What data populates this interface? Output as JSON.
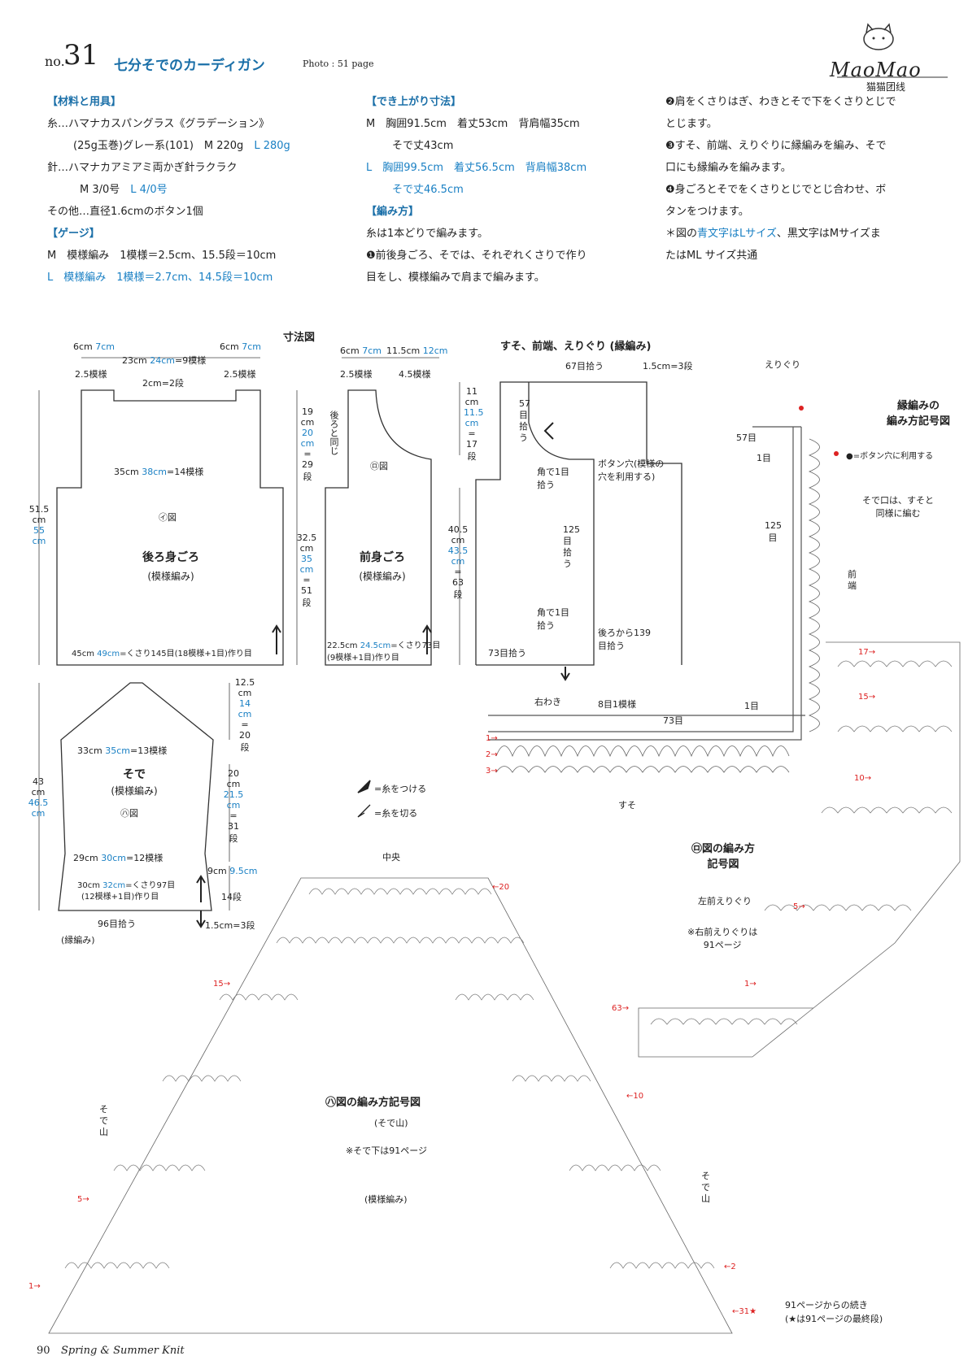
{
  "header": {
    "no": "no.",
    "number": "31",
    "title": "七分そでのカーディガン",
    "photo": "Photo : 51 page"
  },
  "logo": {
    "text": "MaoMao",
    "sub": "猫猫团线"
  },
  "materials": {
    "heading": "【材料と用具】",
    "l1": "糸…ハマナカスパングラス《グラデーション》",
    "l2": "(25g玉巻)グレー系(101)　M 220g",
    "l2b": "L 280g",
    "l3": "針…ハマナカアミアミ両かぎ針ラクラク",
    "l4": "M 3/0号",
    "l4b": "L 4/0号",
    "l5": "その他…直径1.6cmのボタン1個"
  },
  "gauge": {
    "heading": "【ゲージ】",
    "m": "M　模様編み　1模様＝2.5cm、15.5段＝10cm",
    "l": "L　模様編み　1模様＝2.7cm、14.5段＝10cm"
  },
  "finished": {
    "heading": "【でき上がり寸法】",
    "m1": "M　胸囲91.5cm　着丈53cm　背肩幅35cm",
    "m2": "そで丈43cm",
    "l1": "L　胸囲99.5cm　着丈56.5cm　背肩幅38cm",
    "l2": "そで丈46.5cm"
  },
  "method": {
    "heading": "【編み方】",
    "intro": "糸は1本どりで編みます。",
    "s1a": "前後身ごろ、そでは、それぞれくさりで作り",
    "s1b": "目をし、模様編みで肩まで編みます。",
    "s2a": "肩をくさりはぎ、わきとそで下をくさりとじで",
    "s2b": "とじます。",
    "s3a": "すそ、前端、えりぐりに縁編みを編み、そで",
    "s3b": "口にも縁編みを編みます。",
    "s4a": "身ごろとそでをくさりとじでとじ合わせ、ボ",
    "s4b": "タンをつけます。",
    "note_a": "＊図の",
    "note_b": "青文字はLサイズ",
    "note_c": "、黒文字はMサイズま",
    "note_d": "たはML サイズ共通"
  },
  "diagram": {
    "sunpo": "寸法図",
    "back_title": "後ろ身ごろ",
    "back_sub": "(模様編み)",
    "back_fig": "㋑図",
    "front_title": "前身ごろ",
    "front_sub": "(模様編み)",
    "front_fig": "㋺図",
    "sleeve_title": "そで",
    "sleeve_sub": "(模様編み)",
    "sleeve_fig": "㋩図",
    "back_same": "後ろと同じ",
    "b_6cm": "6cm",
    "b_7cm": "7cm",
    "b_23": "23cm",
    "b_24": "24cm",
    "b_eq9": "=9模様",
    "b_25": "2.5模様",
    "b_2cm": "2cm=2段",
    "b_35": "35cm",
    "b_38": "38cm",
    "b_14": "=14模様",
    "b_515": "51.5",
    "b_cm": "cm",
    "b_55": "55",
    "b_45": "45cm",
    "b_49": "49cm",
    "b_chain": "=くさり145目(18模様+1目)作り目",
    "b_19": "19",
    "b_20": "20",
    "b_29": "29",
    "b_325": "32.5",
    "b_35b": "35",
    "b_51": "51",
    "b_dan": "段",
    "f_6": "6cm",
    "f_7": "7cm",
    "f_115": "11.5cm",
    "f_12": "12cm",
    "f_25": "2.5模様",
    "f_45": "4.5模様",
    "f_225": "22.5cm",
    "f_245": "24.5cm",
    "f_chain": "=くさり73目",
    "f_chain2": "(9模様+1目)作り目",
    "s_125": "12.5",
    "s_14": "14",
    "s_20": "20",
    "s_33": "33cm",
    "s_35": "35cm",
    "s_13": "=13模様",
    "s_43": "43",
    "s_465": "46.5",
    "s_20b": "20",
    "s_215": "21.5",
    "s_31": "31",
    "s_29": "29cm",
    "s_30": "30cm",
    "s_12": "=12模様",
    "s_9": "9cm",
    "s_95": "9.5cm",
    "s_14d": "14段",
    "s_30b": "30cm",
    "s_32": "32cm",
    "s_chain97": "=くさり97目",
    "s_chain97b": "(12模様+1目)作り目",
    "s_96": "96目拾う",
    "s_15": "1.5cm=3段",
    "s_edge": "(縁編み)",
    "yarn_on": "=糸をつける",
    "yarn_cut": "=糸を切る"
  },
  "edging": {
    "title": "すそ、前端、えりぐり (縁編み)",
    "c67": "67目拾う",
    "c15": "1.5cm=3段",
    "c11": "11",
    "c115": "11.5",
    "c17": "17",
    "c57": "57目拾う",
    "corner1": "角で1目拾う",
    "btn": "ボタン穴(模様の穴を利用する)",
    "c125": "125目拾う",
    "c405": "40.5",
    "c435": "43.5",
    "c63": "63",
    "corner2": "角で1目拾う",
    "c73": "73目拾う",
    "back139": "後ろから139目拾う"
  },
  "edge_chart": {
    "title1": "縁編みの",
    "title2": "編み方記号図",
    "neckline": "えりぐり",
    "btn_note": "●=ボタン穴に利用する",
    "sleeve_note1": "そで口は、すそと",
    "sleeve_note2": "同様に編む",
    "n57": "57目",
    "n1": "1目",
    "n125": "125目",
    "front_edge": "前端",
    "rside": "右わき",
    "p8": "8目1模様",
    "n73": "73目",
    "n1b": "1目",
    "hem": "すそ"
  },
  "ro_chart": {
    "title1": "㋺図の編み方",
    "title2": "記号図",
    "left_neck": "左前えりぐり",
    "note1": "※右前えりぐりは",
    "note2": "91ページ",
    "r17": "17",
    "r15": "15",
    "r10": "10",
    "r5": "5",
    "r1": "1",
    "r63": "63"
  },
  "ha_chart": {
    "center": "中央",
    "title": "㋩図の編み方記号図",
    "sub": "(そで山)",
    "note": "※そで下は91ページ",
    "pattern": "(模様編み)",
    "sode_l": "そで山",
    "sode_r": "そで山",
    "r20": "20",
    "r15": "15",
    "r10": "10",
    "r5": "5",
    "r1": "1",
    "r2": "2",
    "r31": "31★",
    "cont1": "91ページからの続き",
    "cont2": "(★は91ページの最終段)"
  },
  "footer": {
    "page": "90",
    "mag": "Spring & Summer Knit"
  }
}
